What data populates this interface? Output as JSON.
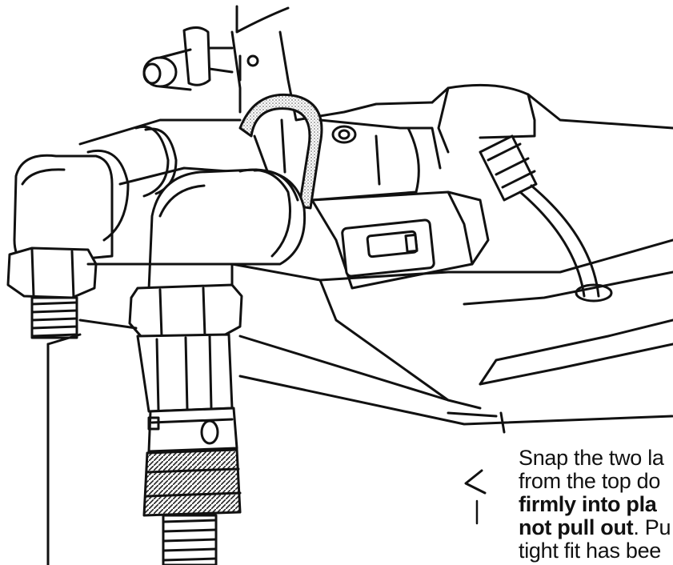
{
  "instruction": {
    "line1": "Snap the two la",
    "line2": "from the top do",
    "line3_bold": "firmly into pla",
    "line4_bold": "not pull out",
    "line4_rest": ". Pu",
    "line5": "tight fit has bee"
  },
  "colors": {
    "ink": "#111111",
    "paper": "#ffffff",
    "speckle": "#9a9a9a"
  }
}
